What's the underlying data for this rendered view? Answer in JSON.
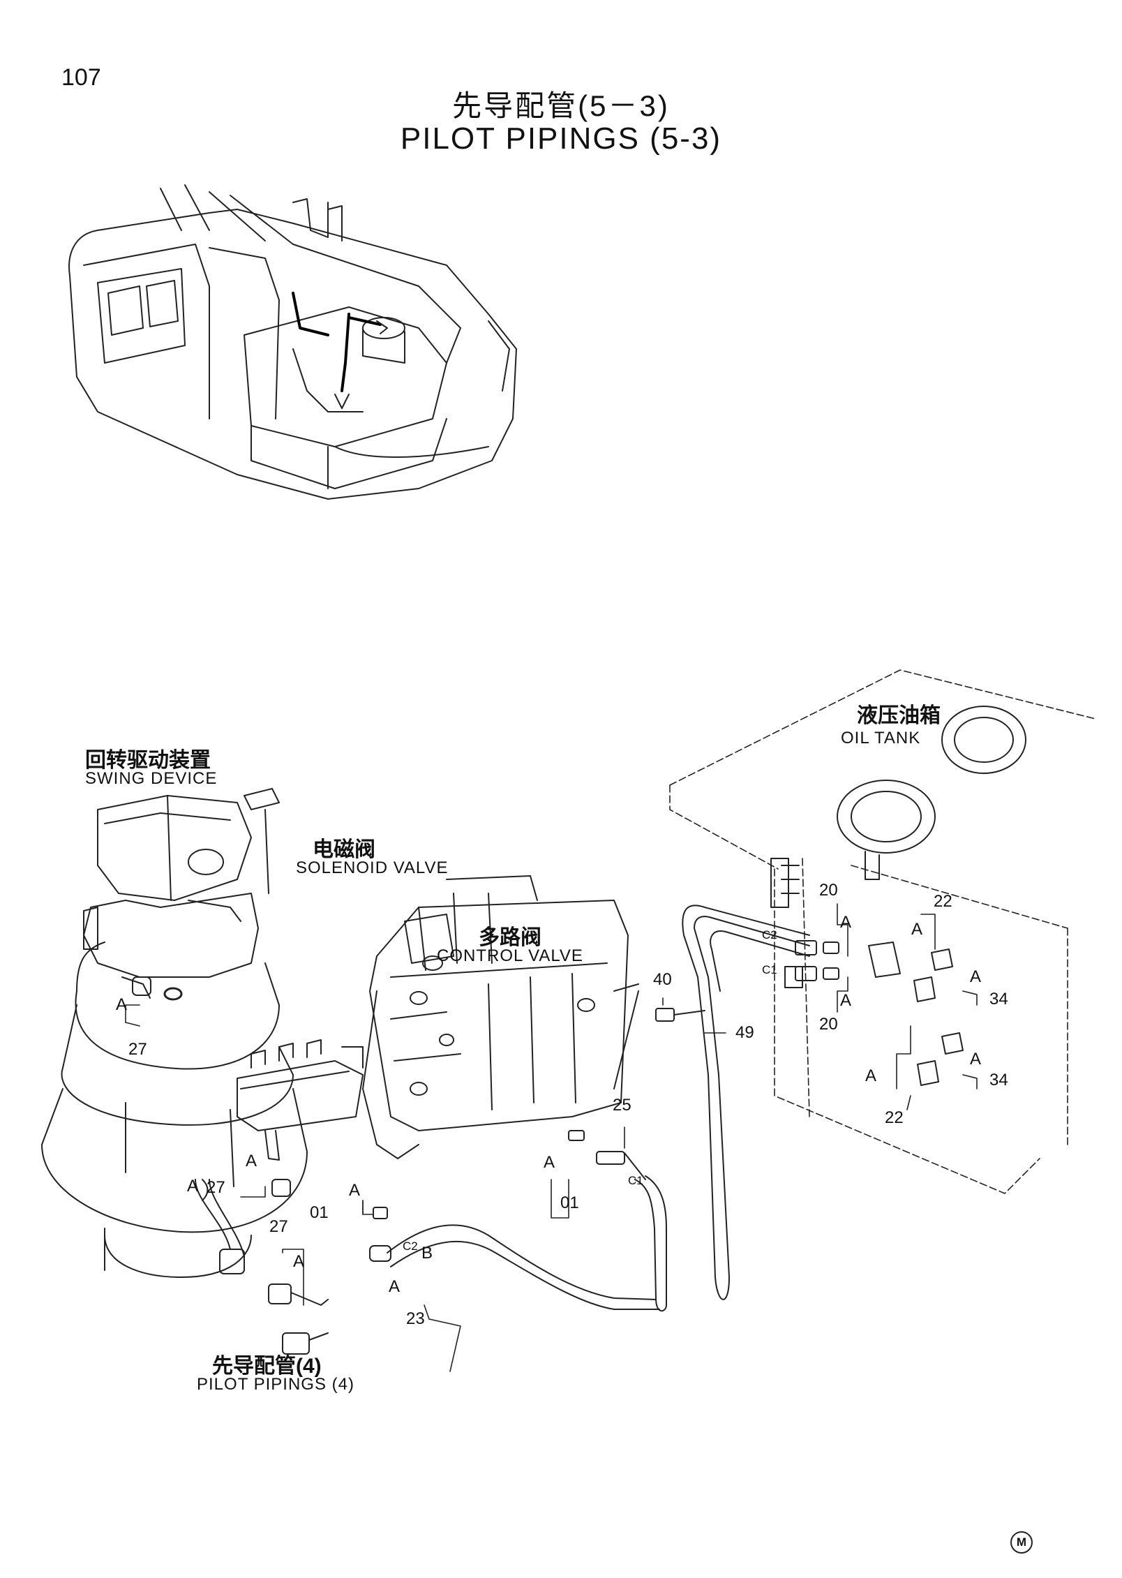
{
  "page_number": "107",
  "title_cn": "先导配管(5－3)",
  "title_en": "PILOT PIPINGS (5-3)",
  "labels": {
    "oil_tank_cn": "液压油箱",
    "oil_tank_en": "OIL TANK",
    "swing_device_cn": "回转驱动装置",
    "swing_device_en": "SWING DEVICE",
    "solenoid_valve_cn": "电磁阀",
    "solenoid_valve_en": "SOLENOID VALVE",
    "control_valve_cn": "多路阀",
    "control_valve_en": "CONTROL VALVE",
    "pilot_pipings4_cn": "先导配管(4)",
    "pilot_pipings4_en": "PILOT PIPINGS (4)"
  },
  "callouts": {
    "p20a": "20",
    "p20b": "20",
    "p22a": "22",
    "p22b": "22",
    "p34a": "34",
    "p34b": "34",
    "p40": "40",
    "p49": "49",
    "p25": "25",
    "p27a": "27",
    "p27b": "27",
    "p27c": "27",
    "p01a": "01",
    "p01b": "01",
    "p23": "23"
  },
  "letters": {
    "a1": "A",
    "a2": "A",
    "a3": "A",
    "a4": "A",
    "a5": "A",
    "a6": "A",
    "a7": "A",
    "a8": "A",
    "a9": "A",
    "a10": "A",
    "a11": "A",
    "a12": "A",
    "a13": "A",
    "b1": "B"
  },
  "ports": {
    "c2_top": "C2",
    "c1_top": "C1",
    "c1_hose": "C1",
    "c2_hose": "C2"
  },
  "footer_mark": "M"
}
